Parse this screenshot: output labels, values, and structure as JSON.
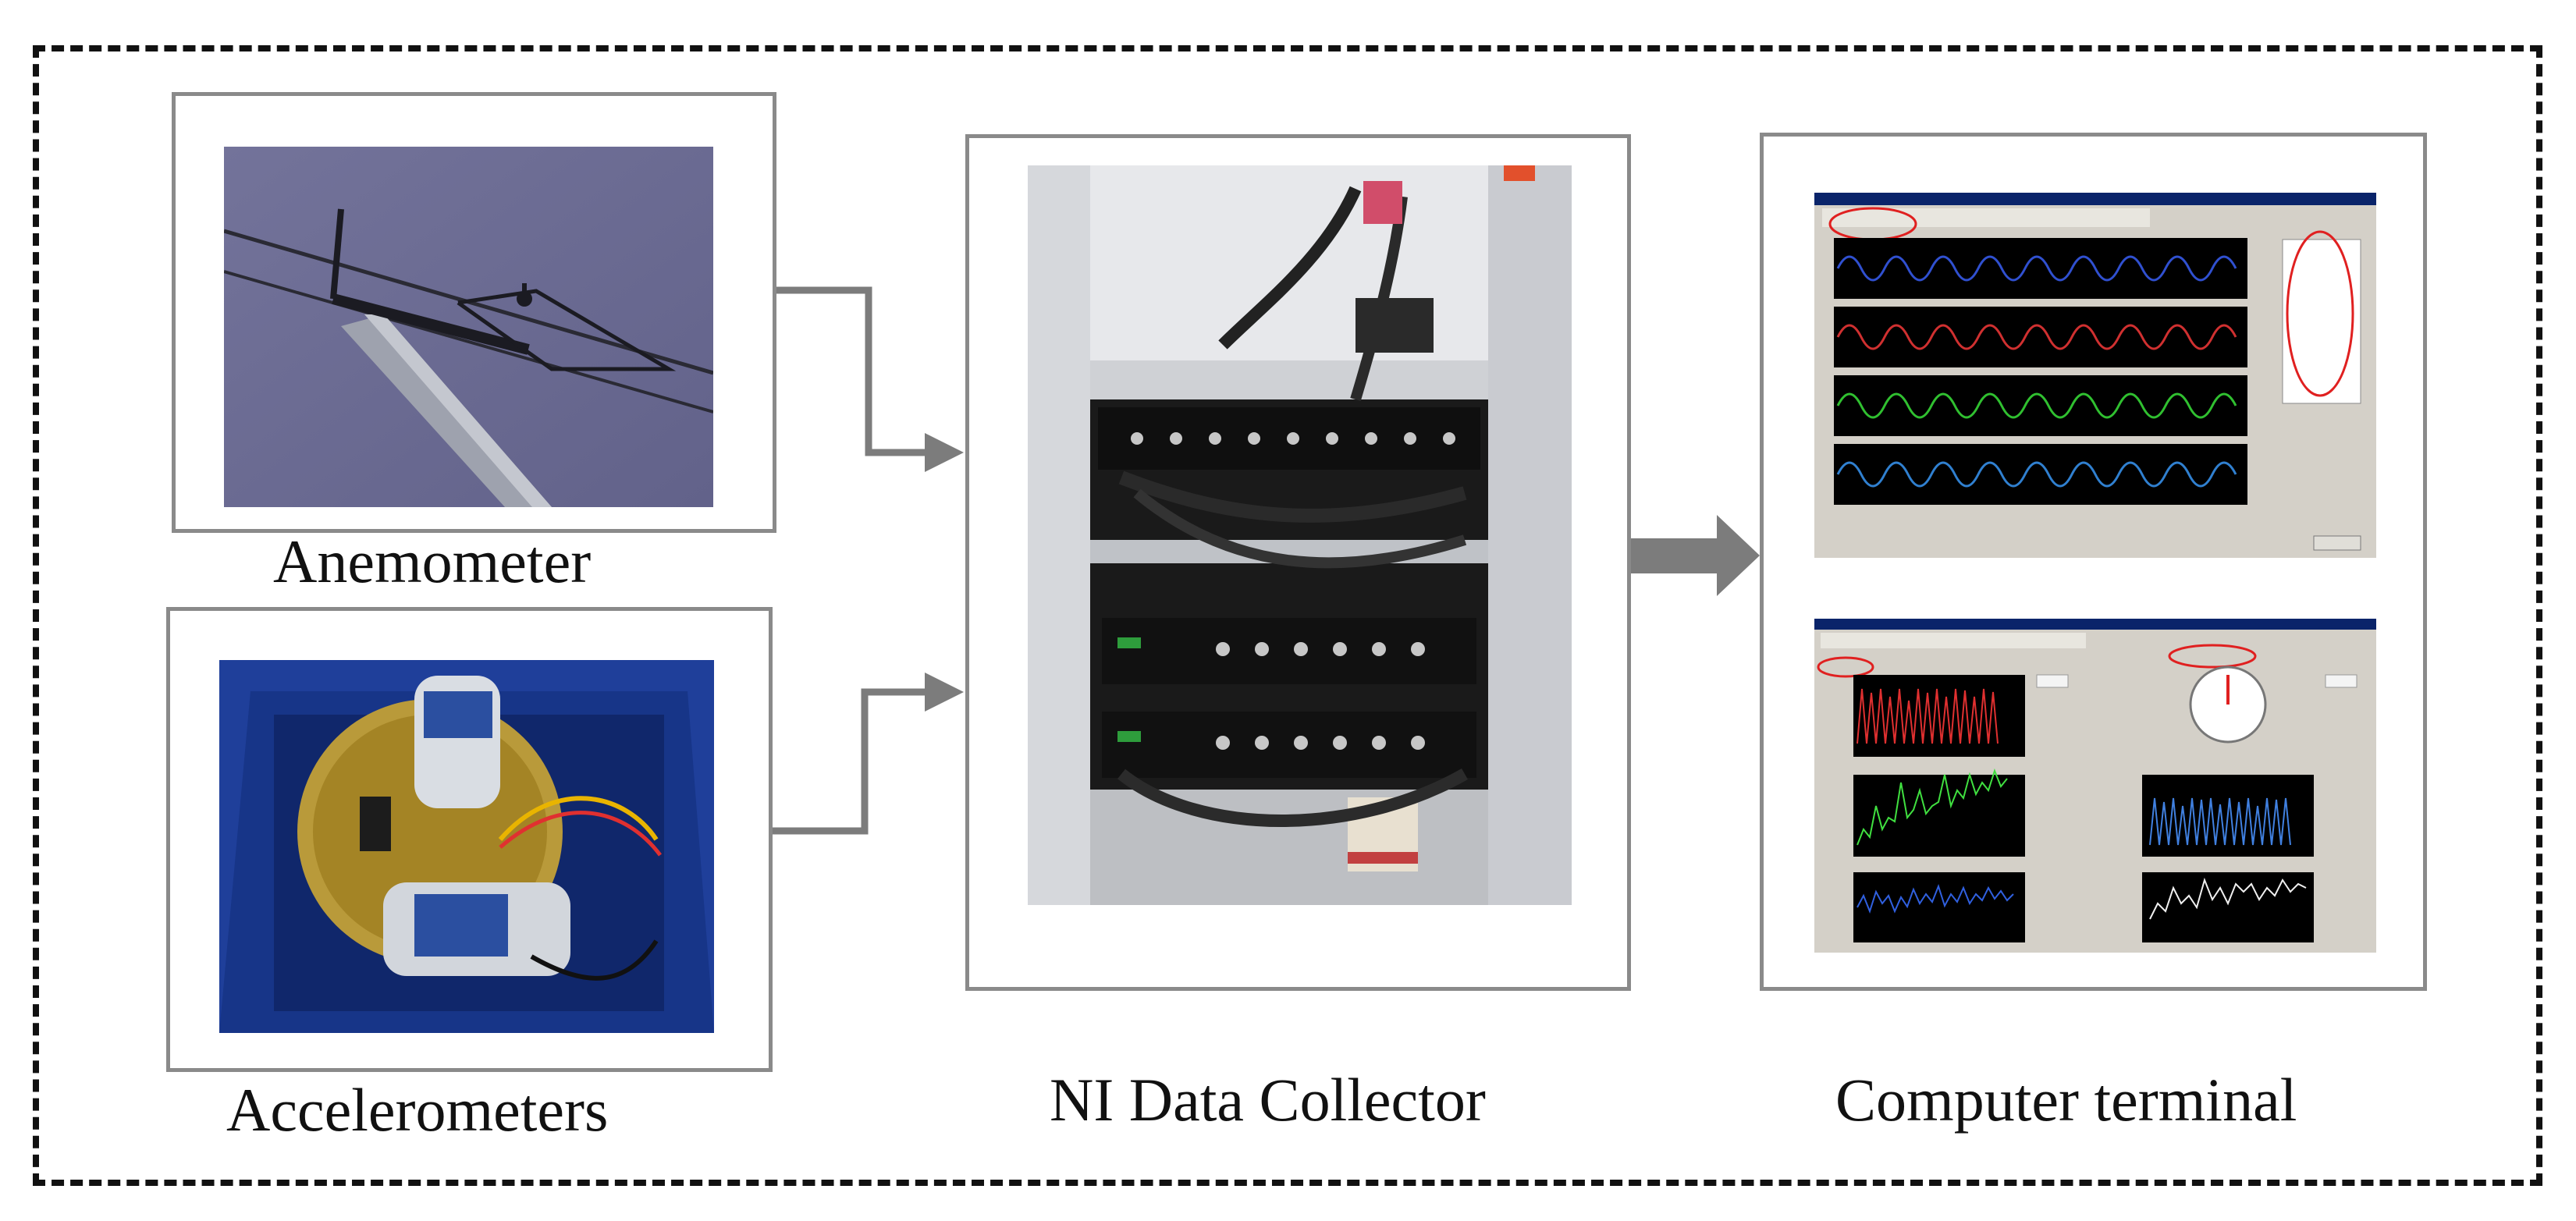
{
  "labels": {
    "anemometer": "Anemometer",
    "accelerometers": "Accelerometers",
    "collector": "NI Data Collector",
    "terminal": "Computer terminal"
  },
  "colors": {
    "frame": "#111111",
    "box_border": "#8a8a8a",
    "arrow": "#7c7c7c",
    "sky": "#6f6f96",
    "accelerometer_box": "#1f3f9a",
    "highlight_ellipse": "#e02020"
  },
  "icons": [
    "anemometer-photo",
    "accelerometer-photo",
    "rack-photo",
    "monitor-screenshot"
  ]
}
